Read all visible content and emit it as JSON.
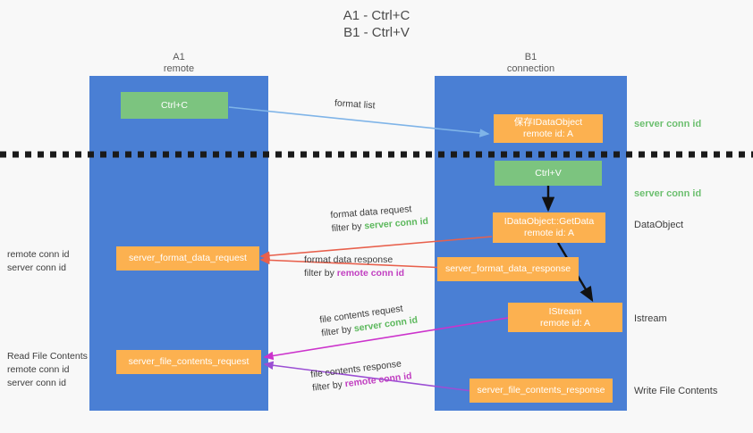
{
  "title": "A1 - Ctrl+C\nB1 - Ctrl+V",
  "columns": [
    {
      "name": "A1",
      "sub": "remote",
      "heading": "A1\nremote"
    },
    {
      "name": "B1",
      "sub": "connection",
      "heading": "B1\nconnection"
    }
  ],
  "colors": {
    "lane": "#4a7fd4",
    "node_green": "#7cc47f",
    "node_orange": "#fcb150",
    "server_conn_id": "#5cb85c",
    "remote_conn_id": "#c13fc1",
    "arrow_blue": "#7fb4e8",
    "arrow_red": "#e8604c",
    "arrow_magenta": "#cc33cc",
    "arrow_purple": "#9b4fd4",
    "arrow_black": "#111111",
    "divider": "#1a1a1a",
    "background": "#f8f8f8"
  },
  "nodes": {
    "ctrl_c": "Ctrl+C",
    "ctrl_v": "Ctrl+V",
    "idataobject": "保存IDataObject\nremote id: A",
    "getdata": "IDataObject::GetData\nremote id: A",
    "istream": "IStream\nremote id: A",
    "server_format_data_request": "server_format_data_request",
    "server_format_data_response": "server_format_data_response",
    "server_file_contents_request": "server_file_contents_request",
    "server_file_contents_response": "server_file_contents_response"
  },
  "right_labels": {
    "server_conn_id_top": "server conn id",
    "server_conn_id_mid": "server conn id",
    "dataobject": "DataObject",
    "istream": "Istream",
    "write_file_contents": "Write File Contents"
  },
  "left_labels": {
    "format_remote": "remote conn id",
    "format_server": "server conn id",
    "read_file_contents": "Read File Contents",
    "file_remote": "remote conn id",
    "file_server": "server conn id"
  },
  "edges": {
    "format_list": "format list",
    "format_data_request": "format data request",
    "format_data_request_filter_prefix": "filter by ",
    "format_data_request_filter_value": "server conn id",
    "format_data_response": "format data response",
    "format_data_response_filter_prefix": "filter by ",
    "format_data_response_filter_value": "remote conn id",
    "file_contents_request": "file contents request",
    "file_contents_request_filter_prefix": "filter by ",
    "file_contents_request_filter_value": "server conn id",
    "file_contents_response": "file contents response",
    "file_contents_response_filter_prefix": "filter by ",
    "file_contents_response_filter_value": "remote conn id"
  }
}
